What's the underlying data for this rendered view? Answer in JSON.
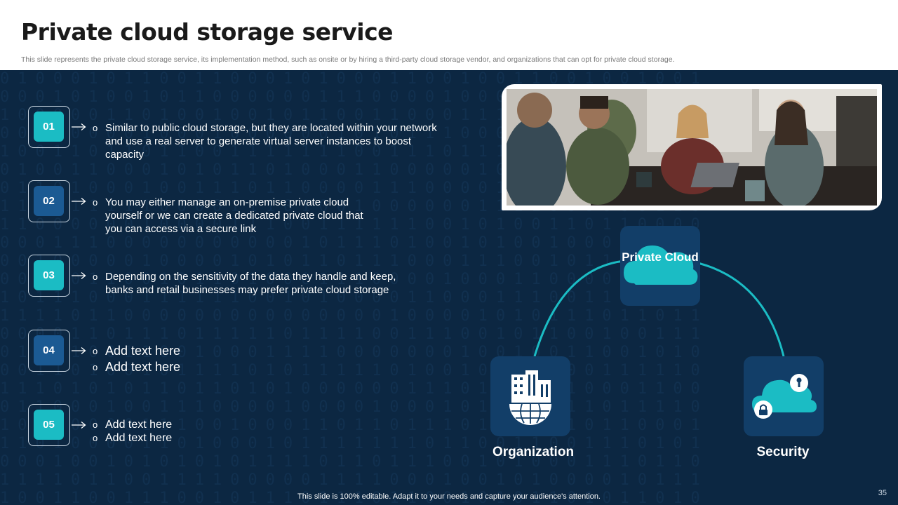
{
  "slide": {
    "title": "Private cloud storage service",
    "subtitle": "This slide represents the private cloud storage service, its implementation method, such as onsite or by hiring a third-party cloud storage vendor, and organizations that can opt for private cloud storage.",
    "footer": "This slide is 100% editable. Adapt it to your needs and capture your audience's attention.",
    "page_number": "35"
  },
  "items": [
    {
      "num": "01",
      "lines": [
        "Similar to public cloud storage, but they are located within your network and use a real server to generate virtual server instances to boost capacity"
      ]
    },
    {
      "num": "02",
      "lines": [
        "You may either manage an on-premise private cloud yourself or we can create a dedicated private cloud that you can access via a secure link"
      ]
    },
    {
      "num": "03",
      "lines": [
        "Depending on the sensitivity of the data they handle and keep, banks and retail businesses may prefer private cloud storage"
      ]
    },
    {
      "num": "04",
      "lines": [
        "Add text here",
        "Add text here"
      ]
    },
    {
      "num": "05",
      "lines": [
        "Add text here",
        "Add text here"
      ]
    }
  ],
  "diagram": {
    "top": "Private Cloud",
    "left": "Organization",
    "right": "Security"
  },
  "colors": {
    "panel": "#0c2742",
    "teal": "#1bbcc4",
    "blue": "#1b5a93",
    "tile": "#123e68"
  },
  "icons": {
    "badge_arrow": "arrow-right-icon",
    "organization": "building-globe-icon",
    "security": "cloud-lock-icon",
    "private_cloud": "cloud-icon"
  }
}
